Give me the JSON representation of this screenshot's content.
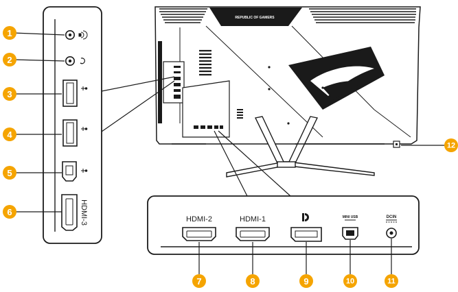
{
  "diagram": {
    "badges": [
      {
        "number": "1",
        "port": "earphone-jack"
      },
      {
        "number": "2",
        "port": "line-in"
      },
      {
        "number": "3",
        "port": "usb-downstream-1"
      },
      {
        "number": "4",
        "port": "usb-downstream-2"
      },
      {
        "number": "5",
        "port": "usb-upstream"
      },
      {
        "number": "6",
        "port": "hdmi-3"
      },
      {
        "number": "7",
        "port": "hdmi-2"
      },
      {
        "number": "8",
        "port": "hdmi-1"
      },
      {
        "number": "9",
        "port": "displayport"
      },
      {
        "number": "10",
        "port": "mini-usb-service"
      },
      {
        "number": "11",
        "port": "dc-in"
      },
      {
        "number": "12",
        "port": "kensington-lock"
      }
    ],
    "left_panel": {
      "hdmi3_label": "HDMI-3"
    },
    "bottom_panel": {
      "hdmi2_label": "HDMI-2",
      "hdmi1_label": "HDMI-1",
      "usb_service_label": "MINI USB",
      "dcin_label": "DCIN"
    },
    "monitor": {
      "brand_strip_text": "REPUBLIC OF GAMERS"
    },
    "colors": {
      "badge": "#f5a400",
      "line": "#1a1a1a",
      "panel_border": "#1a1a1a",
      "monitor_body": "#ffffff"
    }
  }
}
